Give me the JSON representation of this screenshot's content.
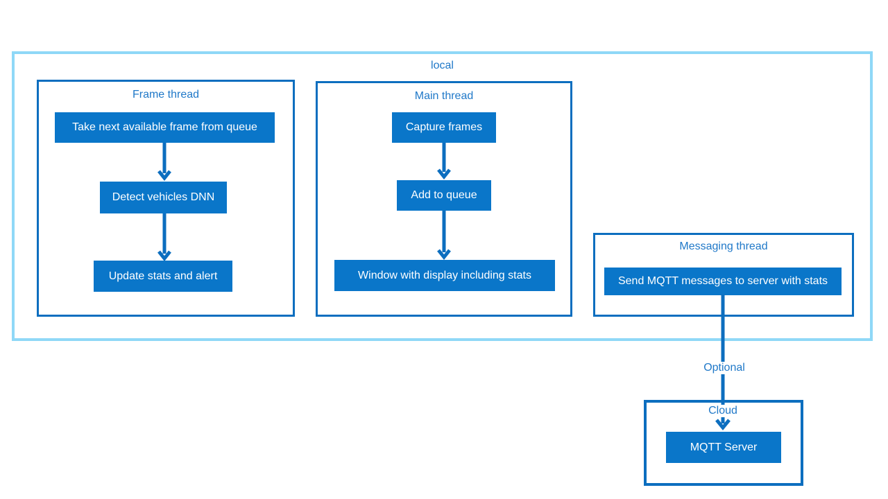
{
  "diagram": {
    "local": {
      "label": "local"
    },
    "frame_thread": {
      "title": "Frame thread",
      "steps": [
        "Take next available frame from queue",
        "Detect vehicles DNN",
        "Update stats and alert"
      ]
    },
    "main_thread": {
      "title": "Main thread",
      "steps": [
        "Capture frames",
        "Add to queue",
        "Window with display including stats"
      ]
    },
    "messaging_thread": {
      "title": "Messaging thread",
      "steps": [
        "Send MQTT messages to server with stats"
      ]
    },
    "connector": {
      "label": "Optional"
    },
    "cloud": {
      "title": "Cloud",
      "steps": [
        "MQTT Server"
      ]
    }
  },
  "colors": {
    "node_fill": "#0a76c9",
    "thread_border": "#0c6ebf",
    "local_border": "#8fd8f7",
    "label_text": "#1f78c8",
    "node_text": "#ffffff",
    "arrow": "#0c6ebf",
    "background": "#ffffff"
  }
}
